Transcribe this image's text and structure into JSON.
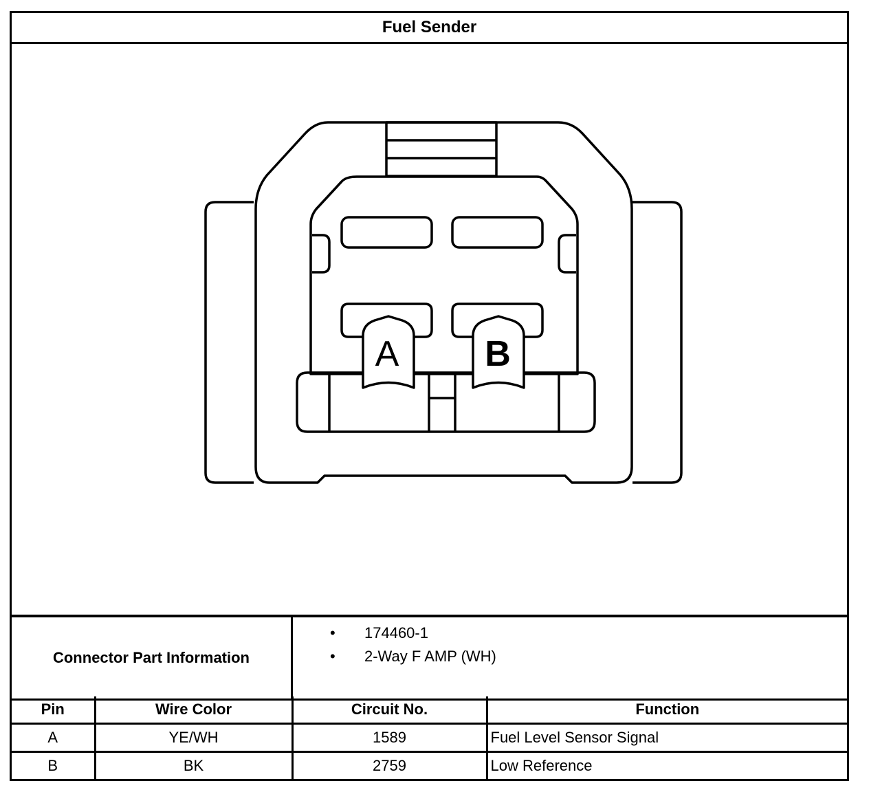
{
  "title": "Fuel Sender",
  "connector_pins": [
    "A",
    "B"
  ],
  "connector_info": {
    "label": "Connector Part Information",
    "items": [
      "174460-1",
      "2-Way F AMP (WH)"
    ]
  },
  "pin_table": {
    "headers": [
      "Pin",
      "Wire Color",
      "Circuit No.",
      "Function"
    ],
    "rows": [
      [
        "A",
        "YE/WH",
        "1589",
        "Fuel Level Sensor Signal"
      ],
      [
        "B",
        "BK",
        "2759",
        "Low Reference"
      ]
    ]
  }
}
